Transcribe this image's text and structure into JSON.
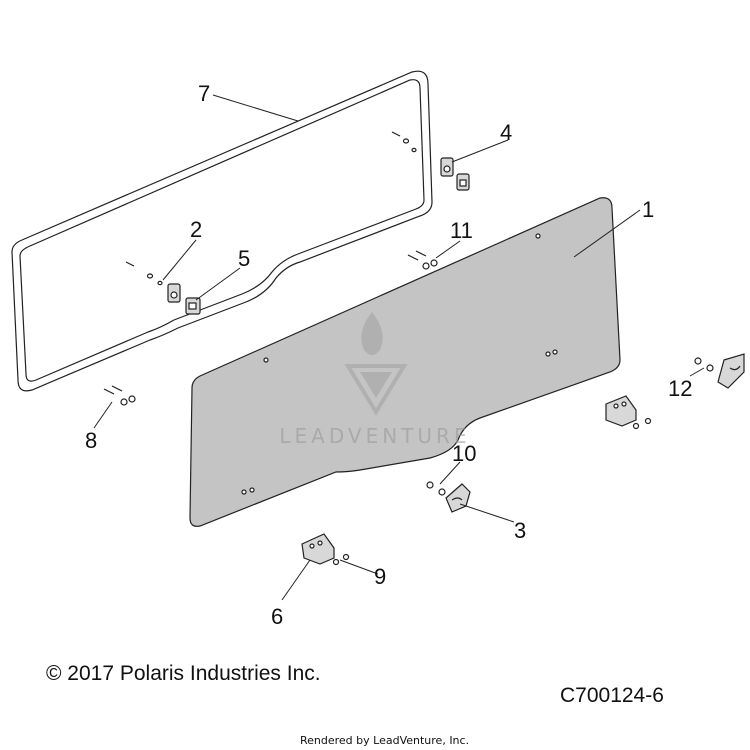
{
  "diagram": {
    "callouts": {
      "c1": "1",
      "c2": "2",
      "c3": "3",
      "c4": "4",
      "c5": "5",
      "c6": "6",
      "c7": "7",
      "c8": "8",
      "c9": "9",
      "c10": "10",
      "c11": "11",
      "c12": "12"
    },
    "watermark": "LEADVENTURE"
  },
  "footer": {
    "copyright": "© 2017 Polaris Industries Inc.",
    "diagram_code": "C700124-6",
    "rendered_by": "Rendered by LeadVenture, Inc."
  },
  "colors": {
    "panel_fill": "#c4c4c4",
    "line": "#222222",
    "watermark": "#9a9a9a"
  }
}
